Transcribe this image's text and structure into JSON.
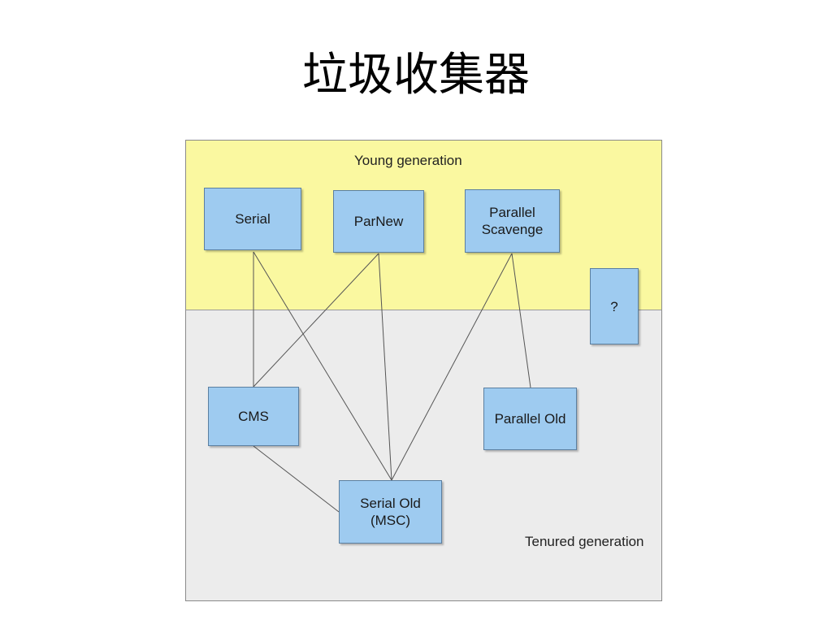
{
  "slide": {
    "title": "垃圾收集器"
  },
  "diagram": {
    "regions": {
      "young": "Young generation",
      "tenured": "Tenured generation"
    },
    "colors": {
      "young_region": "#faf8a0",
      "tenured_region": "#ececec",
      "node_fill": "#9ecbf0",
      "edge": "#555555"
    },
    "nodes": {
      "serial": "Serial",
      "parnew": "ParNew",
      "parallel_scavenge": "Parallel\nScavenge",
      "unknown": "?",
      "cms": "CMS",
      "parallel_old": "Parallel Old",
      "serial_old": "Serial Old\n(MSC)"
    },
    "edges": [
      [
        "serial",
        "cms"
      ],
      [
        "serial",
        "serial_old"
      ],
      [
        "parnew",
        "cms"
      ],
      [
        "parnew",
        "serial_old"
      ],
      [
        "parallel_scavenge",
        "serial_old"
      ],
      [
        "parallel_scavenge",
        "parallel_old"
      ],
      [
        "cms",
        "serial_old"
      ]
    ]
  }
}
